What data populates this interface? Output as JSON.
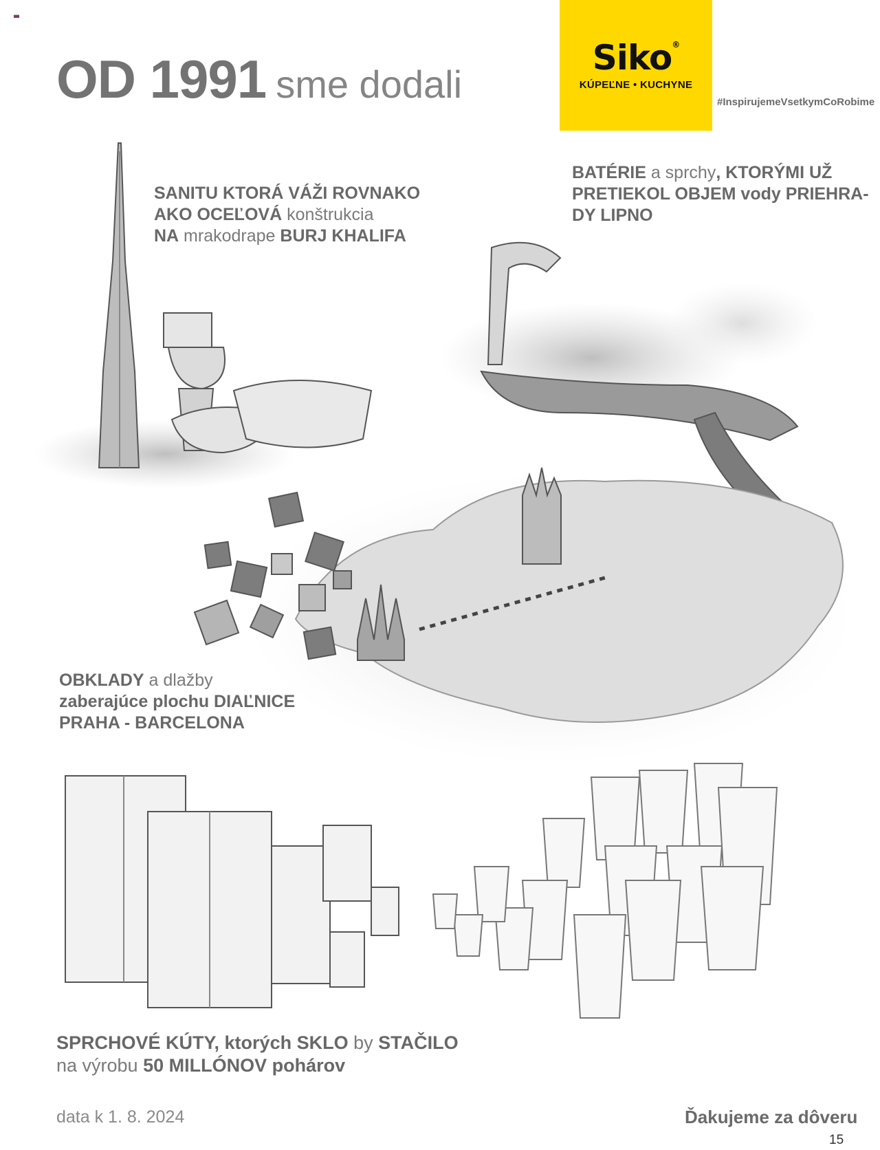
{
  "header": {
    "title_bold": "OD 1991",
    "title_light": "sme dodali",
    "hashtag": "#InspirujemeVsetkymCoRobime"
  },
  "logo": {
    "name": "Siko",
    "registered": "®",
    "tagline": "KÚPEĽNE • KUCHYNE",
    "brand_color": "#ffd800"
  },
  "facts": [
    {
      "id": "sanita",
      "parts": [
        {
          "text": "SANITU KTORÁ VÁŽI ROVNAKO",
          "bold": true
        },
        {
          "text": "AKO OCEĽOVÁ",
          "bold": true
        },
        {
          "text": " konštrukcia",
          "bold": false
        },
        {
          "text": "NA",
          "bold": true
        },
        {
          "text": " mrakodrape ",
          "bold": false
        },
        {
          "text": "BURJ KHALIFA",
          "bold": true
        }
      ]
    },
    {
      "id": "baterie",
      "parts": [
        {
          "text": "BATÉRIE",
          "bold": true
        },
        {
          "text": " a sprchy",
          "bold": false
        },
        {
          "text": ", KTORÝMI UŽ PRETIEKOL OBJEM",
          "bold": true
        },
        {
          "text": " vody PRIEHRA-DY LIPNO",
          "bold": true
        }
      ]
    },
    {
      "id": "obklady",
      "parts": [
        {
          "text": "OBKLADY",
          "bold": true
        },
        {
          "text": " a dlažby",
          "bold": false
        },
        {
          "text": "zaberajúce plochu DIAĽNICE",
          "bold": true
        },
        {
          "text": "PRAHA - BARCELONA",
          "bold": true
        }
      ]
    },
    {
      "id": "sprchove",
      "parts": [
        {
          "text": "SPRCHOVÉ KÚTY, ktorých SKLO",
          "bold": true
        },
        {
          "text": " by ",
          "bold": false
        },
        {
          "text": "STAČILO",
          "bold": true
        },
        {
          "text": "na výrobu ",
          "bold": false
        },
        {
          "text": "50 MILLÓNOV pohárov",
          "bold": true
        }
      ]
    }
  ],
  "footer": {
    "date": "data k 1. 8. 2024",
    "thanks": "Ďakujeme za dôveru",
    "page_number": "15"
  },
  "colors": {
    "text_gray": "#6f6f6f",
    "flag": [
      "#ffffff",
      "#2a4ea0",
      "#d8262d"
    ]
  },
  "illustrations": [
    "burj-khalifa-sanitary-sketch",
    "faucet-dam-sketch",
    "europe-tiles-map-sketch",
    "shower-enclosures-glasses-sketch"
  ]
}
